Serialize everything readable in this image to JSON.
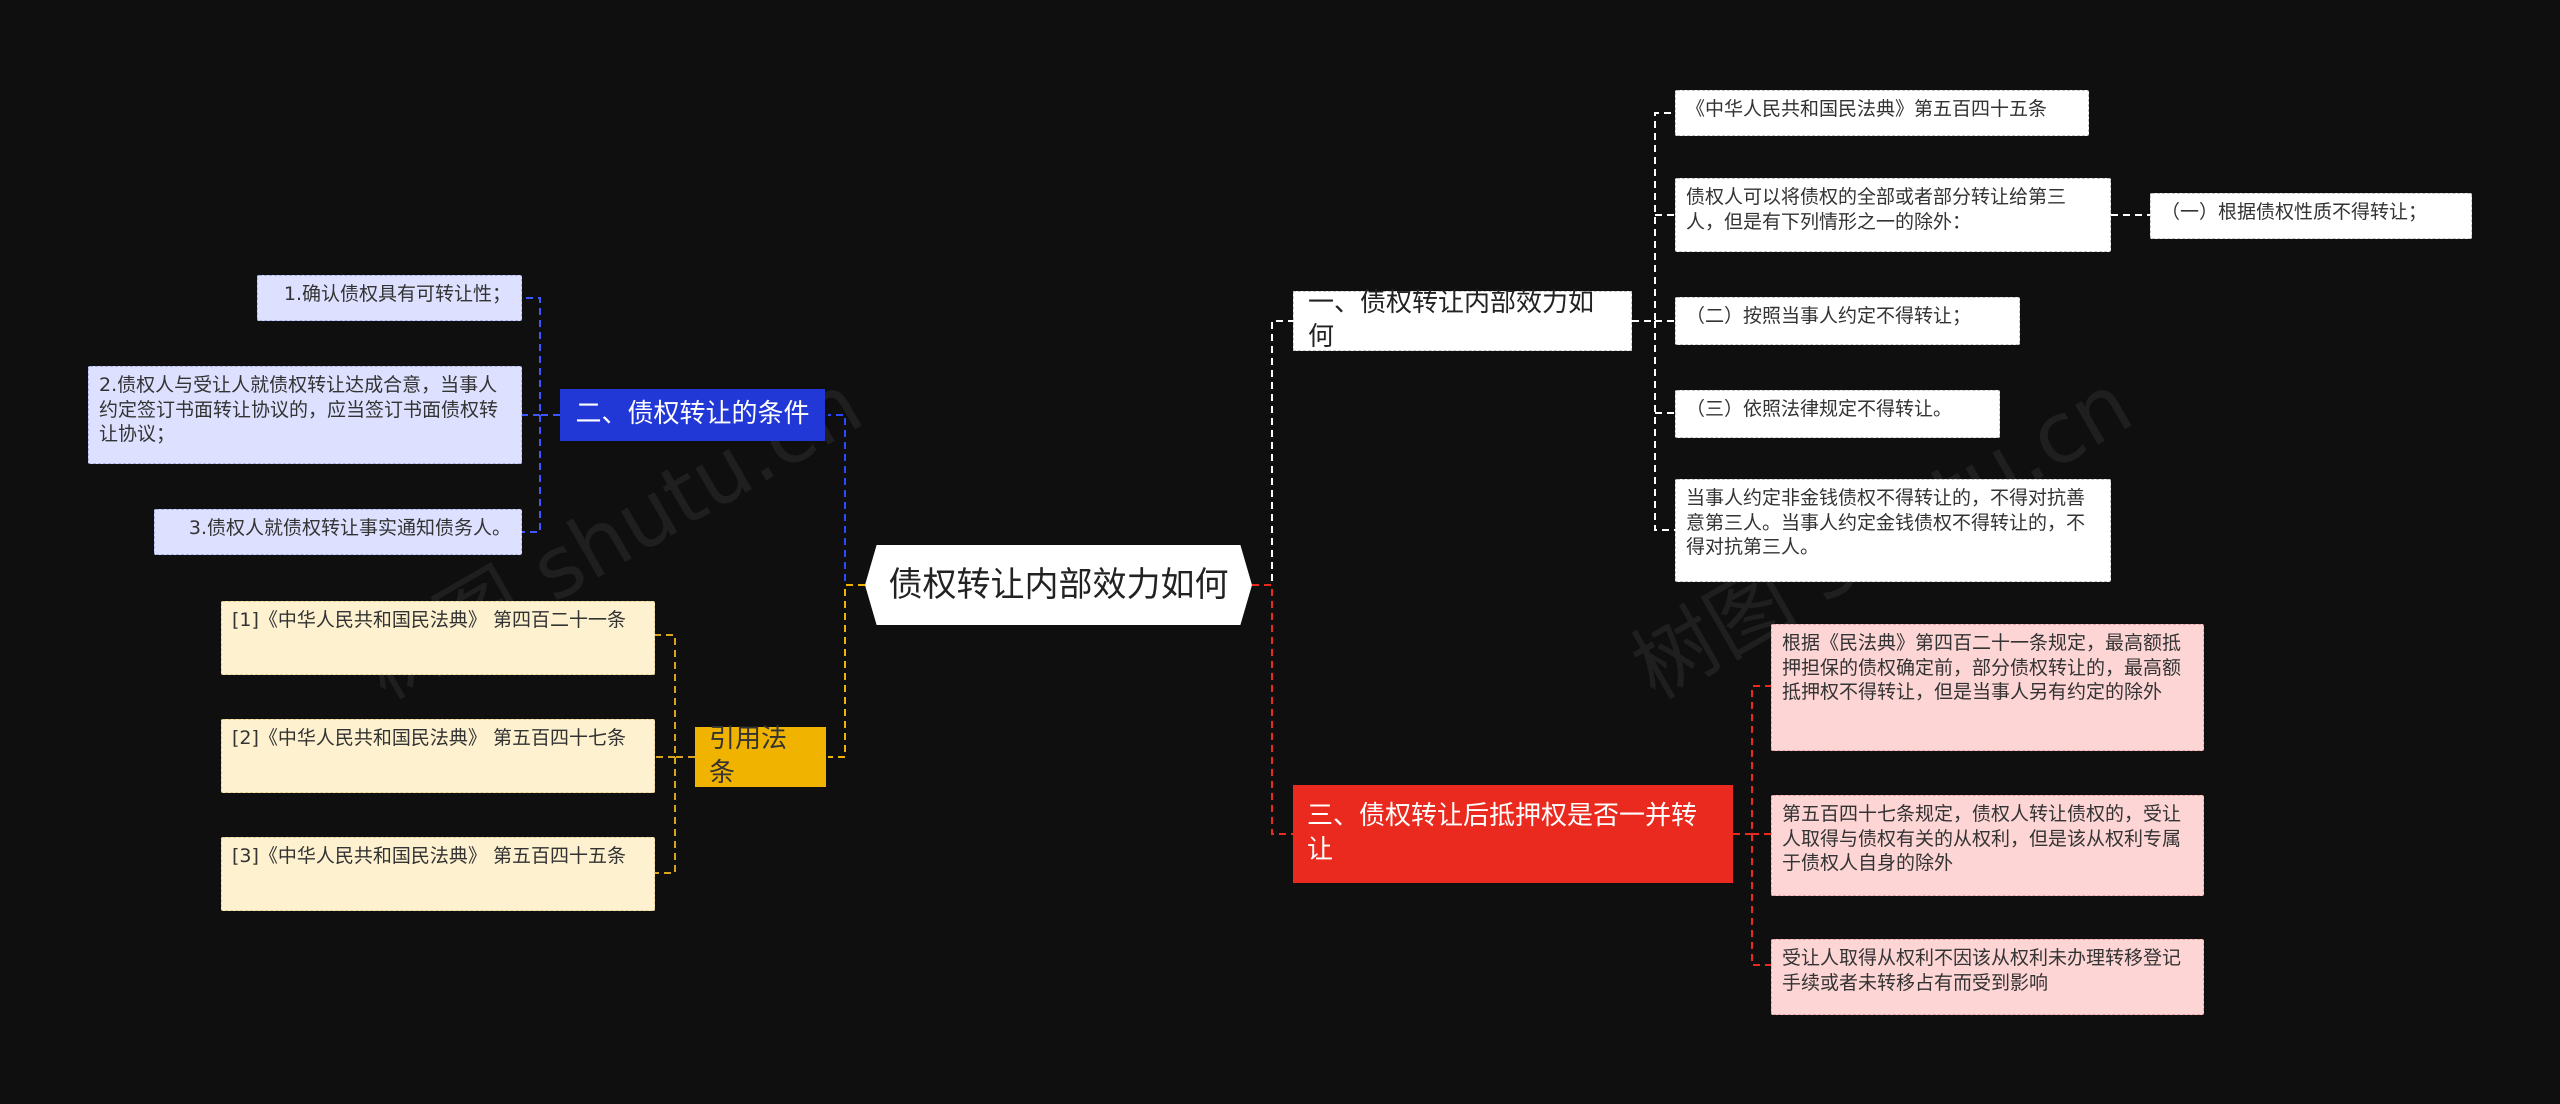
{
  "root": "债权转让内部效力如何",
  "watermarks": [
    "树图 shutu.cn",
    "树图 shutu.cn"
  ],
  "left": {
    "conditions": {
      "label": "二、债权转让的条件",
      "color": "#2137d6",
      "items": [
        "1.确认债权具有可转让性；",
        "2.债权人与受让人就债权转让达成合意，当事人约定签订书面转让协议的，应当签订书面债权转让协议；",
        "3.债权人就债权转让事实通知债务人。"
      ]
    },
    "laws": {
      "label": "引用法条",
      "color": "#f0b400",
      "items": [
        "[1]《中华人民共和国民法典》 第四百二十一条",
        "[2]《中华人民共和国民法典》 第五百四十七条",
        "[3]《中华人民共和国民法典》 第五百四十五条"
      ]
    }
  },
  "right": {
    "effect": {
      "label": "一、债权转让内部效力如何",
      "items": [
        "《中华人民共和国民法典》第五百四十五条",
        "债权人可以将债权的全部或者部分转让给第三人，但是有下列情形之一的除外：",
        "（二）按照当事人约定不得转让；",
        "（三）依照法律规定不得转让。",
        "当事人约定非金钱债权不得转让的，不得对抗善意第三人。当事人约定金钱债权不得转让的，不得对抗第三人。"
      ],
      "sub_item": "（一）根据债权性质不得转让；"
    },
    "mortgage": {
      "label": "三、债权转让后抵押权是否一并转让",
      "color": "#ea2a1e",
      "items": [
        "根据《民法典》第四百二十一条规定，最高额抵押担保的债权确定前，部分债权转让的，最高额抵押权不得转让，但是当事人另有约定的除外",
        "第五百四十七条规定，债权人转让债权的，受让人取得与债权有关的从权利，但是该从权利专属于债权人自身的除外",
        "受让人取得从权利不因该从权利未办理转移登记手续或者未转移占有而受到影响"
      ]
    }
  }
}
